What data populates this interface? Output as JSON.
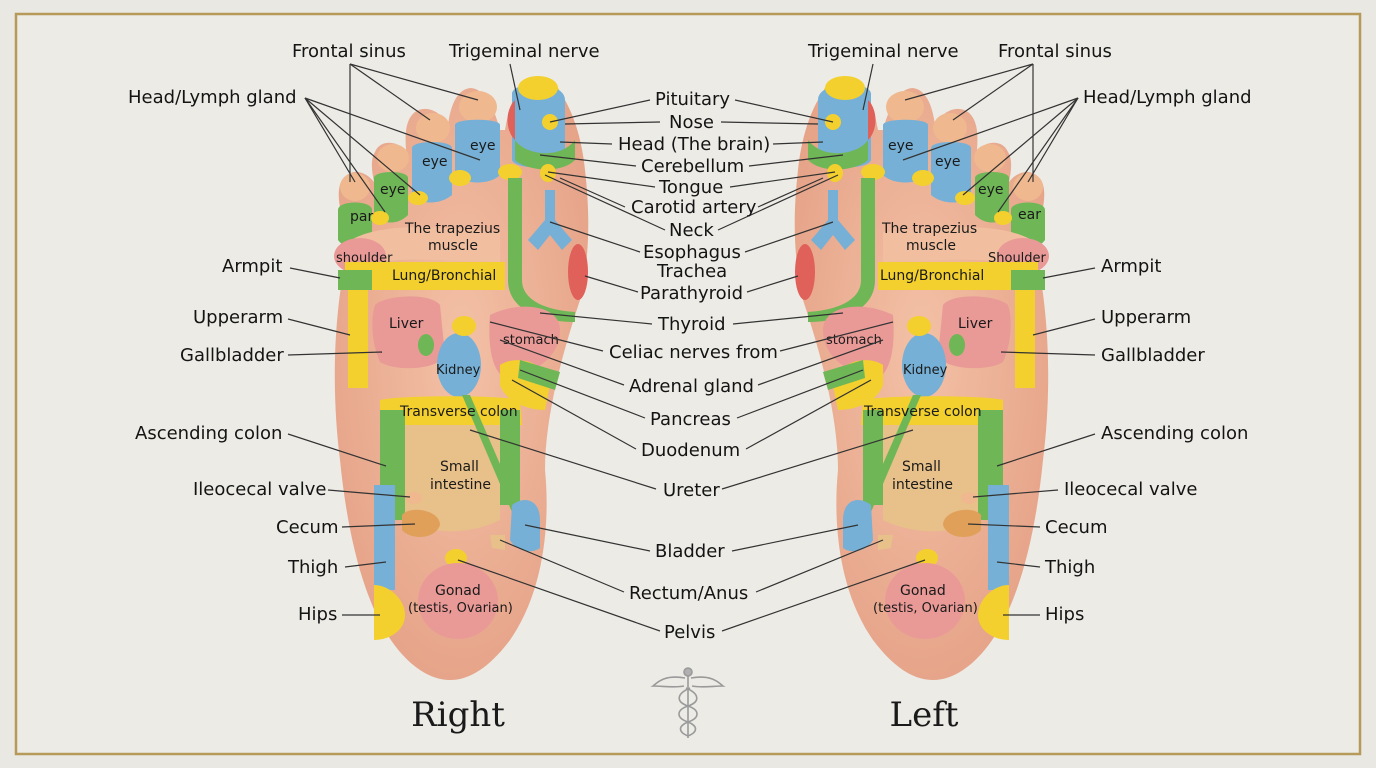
{
  "feet": {
    "right_title": "Right",
    "left_title": "Left"
  },
  "labels": {
    "frontal_sinus": "Frontal sinus",
    "trigeminal_nerve": "Trigeminal nerve",
    "head_lymph_gland": "Head/Lymph gland",
    "pituitary": "Pituitary",
    "nose": "Nose",
    "head_brain": "Head (The brain)",
    "cerebellum": "Cerebellum",
    "tongue": "Tongue",
    "carotid_artery": "Carotid artery",
    "neck": "Neck",
    "esophagus": "Esophagus",
    "trachea": "Trachea",
    "parathyroid": "Parathyroid",
    "thyroid": "Thyroid",
    "celiac_nerves": "Celiac nerves from",
    "adrenal_gland": "Adrenal gland",
    "pancreas": "Pancreas",
    "duodenum": "Duodenum",
    "ureter": "Ureter",
    "bladder": "Bladder",
    "rectum_anus": "Rectum/Anus",
    "pelvis": "Pelvis",
    "armpit": "Armpit",
    "upperarm": "Upperarm",
    "gallbladder": "Gallbladder",
    "ascending_colon": "Ascending colon",
    "ileocecal_valve": "Ileocecal valve",
    "cecum": "Cecum",
    "thigh": "Thigh",
    "hips": "Hips"
  },
  "zones": {
    "eye": "eye",
    "par": "par",
    "ear": "ear",
    "trapezius_line1": "The trapezius",
    "trapezius_line2": "muscle",
    "shoulder_right": "shoulder",
    "shoulder_left": "Shoulder",
    "lung": "Lung/Bronchial",
    "liver": "Liver",
    "stomach": "stomach",
    "kidney": "Kidney",
    "transverse_colon": "Transverse colon",
    "small_intestine_line1": "Small",
    "small_intestine_line2": "intestine",
    "gonad_line1": "Gonad",
    "gonad_line2": "(testis, Ovarian)"
  },
  "colors": {
    "background": "#e9e8e3",
    "frame": "#b69a5a",
    "skin": "#e9a98d",
    "yellow": "#f3d02e",
    "blue": "#76b0d6",
    "green": "#6fb656",
    "pink": "#e99a97",
    "tan": "#e8c08a",
    "orange": "#e0a05a",
    "red": "#e0605a"
  },
  "icons": {
    "emblem": "caduceus-icon"
  }
}
